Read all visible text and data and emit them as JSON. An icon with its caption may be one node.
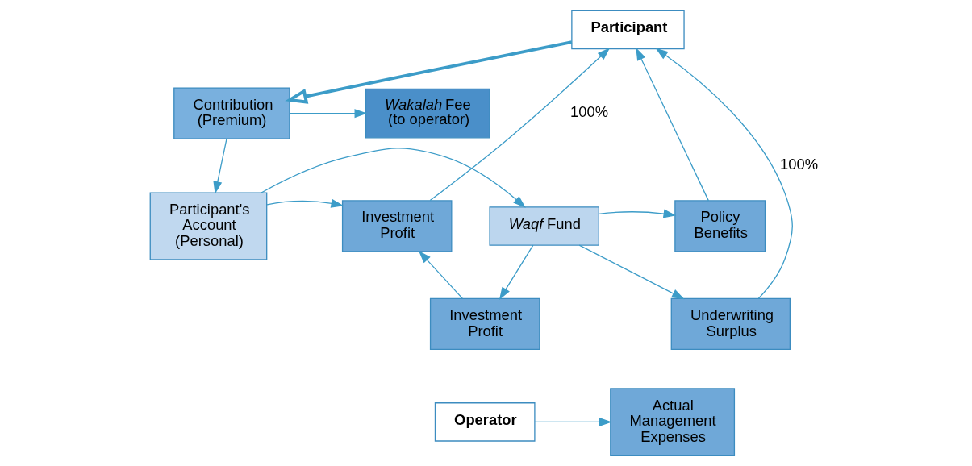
{
  "diagram": {
    "nodes": [
      {
        "text": [
          "Participant"
        ]
      },
      {
        "text": [
          "*Wakalah* Fee (to operator)"
        ]
      },
      {
        "text": [
          "Contribution (Premium)"
        ]
      },
      {
        "text": [
          "Investment Profit"
        ]
      },
      {
        "text": [
          "Participant's Account (Personal)"
        ]
      },
      {
        "text": [
          "*Waqf* Fund"
        ]
      },
      {
        "text": [
          "Policy Benefits"
        ]
      },
      {
        "text": [
          "Investment Profit"
        ]
      },
      {
        "text": [
          "Underwriting Surplus"
        ]
      },
      {
        "text": [
          "Actual Management Expenses"
        ]
      },
      {
        "text": [
          "Operator"
        ]
      }
    ],
    "edges": [
      {
        "from": 0,
        "to": 2,
        "arrow": "to",
        "style": "thick"
      },
      {
        "from": 2,
        "to": 1,
        "arrow": "to"
      },
      {
        "from": 2,
        "to": 4,
        "arrow": "to"
      },
      {
        "from": 4,
        "to": 3,
        "arrow": "to"
      },
      {
        "from": 4,
        "to": 5,
        "arrow": "to"
      },
      {
        "from": 3,
        "to": 0,
        "label": "100%",
        "arrow": "to"
      },
      {
        "from": 5,
        "to": 6,
        "arrow": "to"
      },
      {
        "from": 5,
        "to": 8,
        "arrow": "to"
      },
      {
        "from": 5,
        "to": 7,
        "arrow": "to"
      },
      {
        "from": 7,
        "to": 3,
        "arrow": "to"
      },
      {
        "from": 6,
        "to": 0,
        "arrow": "to"
      },
      {
        "from": 8,
        "to": 0,
        "label": "100%",
        "arrow": "to"
      },
      {
        "from": 10,
        "to": 9,
        "arrow": "to"
      }
    ]
  }
}
